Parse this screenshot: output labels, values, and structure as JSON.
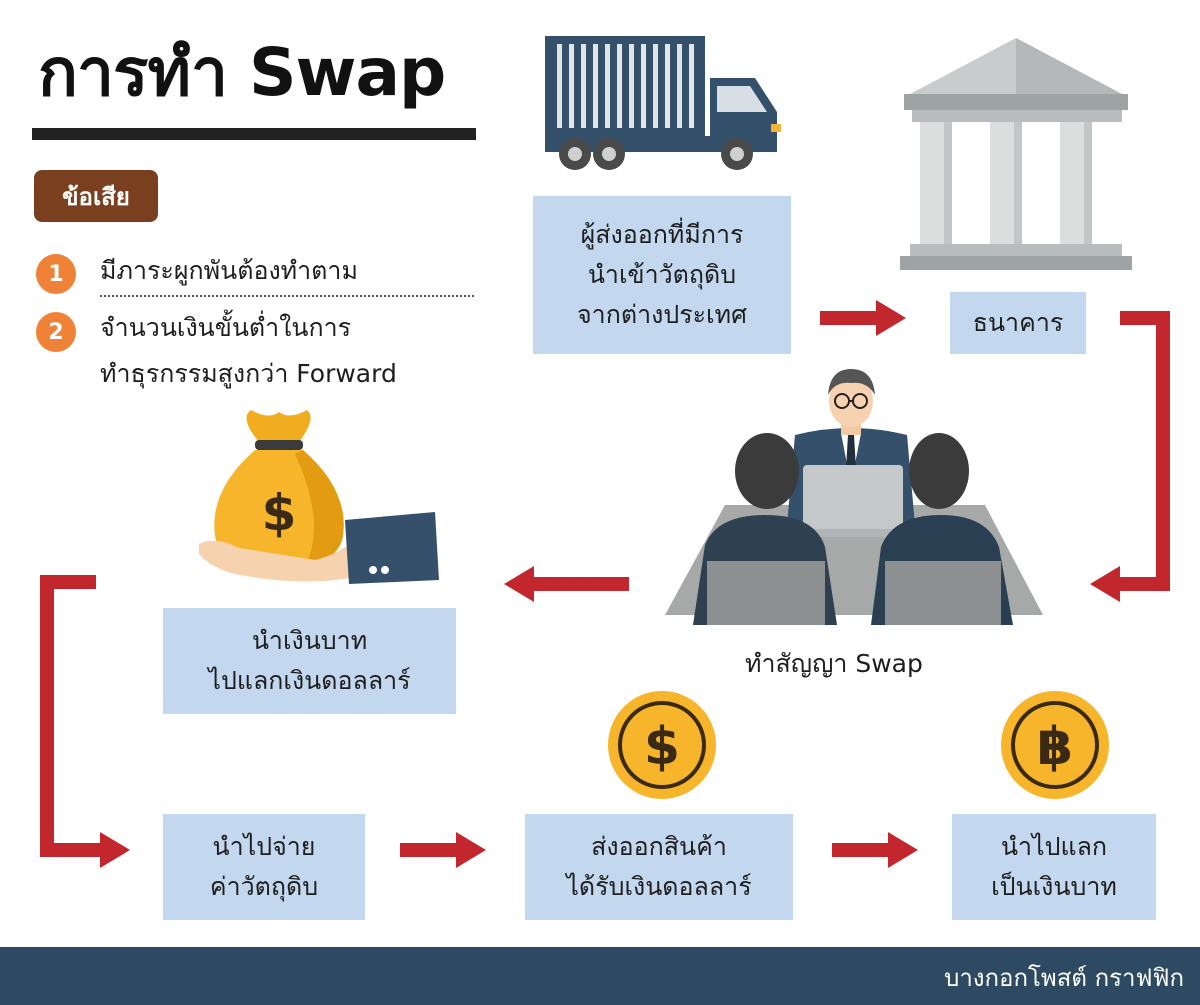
{
  "title": "การทำ Swap",
  "disadvantages": {
    "heading": "ข้อเสีย",
    "items": [
      {
        "number": "1",
        "lines": [
          "มีภาระผูกพันต้องทำตาม"
        ]
      },
      {
        "number": "2",
        "lines": [
          "จำนวนเงินขั้นต่ำในการ",
          "ทำธุรกรรมสูงกว่า Forward"
        ]
      }
    ]
  },
  "flow": {
    "exporter": [
      "ผู้ส่งออกที่มีการ",
      "นำเข้าวัตถุดิบ",
      "จากต่างประเทศ"
    ],
    "bank": [
      "ธนาคาร"
    ],
    "swap_contract": "ทำสัญญา Swap",
    "exchange_to_dollar": [
      "นำเงินบาท",
      "ไปแลกเงินดอลลาร์"
    ],
    "pay_materials": [
      "นำไปจ่าย",
      "ค่าวัตถุดิบ"
    ],
    "export_goods": [
      "ส่งออกสินค้า",
      "ได้รับเงินดอลลาร์"
    ],
    "exchange_to_baht": [
      "นำไปแลก",
      "เป็นเงินบาท"
    ]
  },
  "icons": {
    "dollar": "$",
    "baht": "฿",
    "money_bag": "$"
  },
  "footer": "บางกอกโพสต์ กราฟฟิก",
  "colors": {
    "box": "#c3d7ef",
    "arrow": "#c1272d",
    "badge": "#7a3f1e",
    "number": "#ef8237",
    "footer": "#2e4a63",
    "coin": "#f6b52a"
  }
}
